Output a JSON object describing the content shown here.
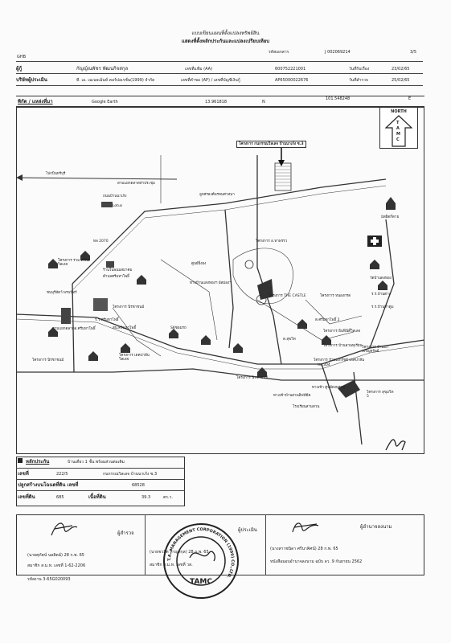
{
  "header": {
    "title1": "แบบเขียนแผนที่ตั้งแปลงทรัพย์สิน",
    "title2": "แสดงที่ตั้งหลักประกันและแปลงเปรียบเทียบ",
    "bank": "GHB",
    "file_ref_label": "รหัสเอกสาร",
    "file_ref": "J 002069214",
    "page": "3/5"
  },
  "info": {
    "borrower_label": "ผู้กู้",
    "borrower": "กัญญ์ณพัชร พัฒนกิจสกุล",
    "account_label": "เลขที่แฟ้ม (AA)",
    "account": "600752221001",
    "submit_date_label": "วันที่รับเรื่อง",
    "submit_date": "23/02/65",
    "company_label": "บริษัทผู้ประเมิน",
    "company": "ที. เอ. เมเนจเม้นท์ คอร์ปอเรชั่น(1999) จำกัด",
    "ap_label": "เลขที่คำขอ (AP) / เลขที่บัญชีเงินกู้",
    "ap": "AP65000022676",
    "survey_date_label": "วันที่สำรวจ",
    "survey_date": "25/02/65"
  },
  "coords": {
    "label": "พิกัด / แหล่งที่มา",
    "source": "Google Earth",
    "lat": "13.961818",
    "n": "N",
    "lon": "101.548248",
    "e": "E"
  },
  "north": {
    "top": "NORTH",
    "letters": [
      "T",
      "A",
      "M",
      "C"
    ]
  },
  "map": {
    "project_title": "โครงการ กนกรรณวิลเลจ บ้านนาเก้ง ซ.3",
    "labels": [
      "ไปกบินทร์บุรี",
      "สามแยกตลาดท่าประชุม",
      "ถนนบ้านนาเก้ง",
      "Lotus",
      "ทล 2070",
      "โครงการ รวม ทรัพย์ วิลเลจ",
      "ร้านในพนมสมาคม",
      "ตำบลศรีมหาโพธิ์",
      "ชนบุรีสัตว์ พรบบีทร์",
      "โครงการ นิรชาชนม์",
      "ร.ร.ศรีมหาโพธิ์",
      "สามแยกตลาดอ.ศรีมหาโพธิ์",
      "สน.ศรีมหาโพธิ์",
      "มัสยิดกี่ดาย",
      "ลูกศรองค์พรหมศาสนา",
      "โครงการ อ.หาพรรว",
      "โครงการ นิรชาชนม์",
      "โครงการ เดคปาลีน วิลเลจ",
      "ร.ร.บ้านต่าง",
      "ศูนย์ยิ่งยง",
      "ทางบ้านแสงทองฯ อัสม่องฯ",
      "SKซ่อมรถ",
      "โครงการ THE CASTLE",
      "ต.ศรีมหาโพธิ์ 2",
      "โครงการ อินฟินิตี้วิลเลจ",
      "โครงการ บ้านสวนทุเรียน",
      "วัดบ้านดงทอง",
      "ร.ร.บ้านท่าตูม",
      "ต.สุขวิท",
      "โครงการ หนองกรด",
      "โครงการ บ้านนาเจริญทรัพย์",
      "โครงการ บ้านเอกรัชต์ เดคปาลีน",
      "โครงการ นิรชาชนม์",
      "ทล.304",
      "โครงการ สุขุมวิท 5",
      "ทางเข้าบ้านสวนลิฟท์มีต",
      "โรงเรียนสามสวน",
      "ทางเข้า ศูนย์ดงพรหม"
    ]
  },
  "asset": {
    "header_label": "หลักประกัน",
    "type": "บ้านเดี่ยว 1 ชั้น พร้อมส่วนต่อเติม",
    "no_label": "เลขที่",
    "no": "222/5",
    "project": "กนกรรณวิลเลจ บ้านนาเก้ง ซ.3",
    "deed_label": "ปลูกสร้างบนโฉนดที่ดิน เลขที่",
    "deed": "68528",
    "land_no_label": "เลขที่ดิน",
    "land_no": "685",
    "area_label": "เนื้อที่ดิน",
    "area": "39.3",
    "area_unit": "ตร.ว."
  },
  "signatures": {
    "surveyor_role": "ผู้สำรวจ",
    "surveyor_name": "(นายศุภัตน์ นลลิตฉ์) 28 ก.พ. 65",
    "surveyor_license": "สมาชิก ส.ม.ท. เลขที่ 1-62-2206",
    "appraiser_role": "ผู้ประเมิน",
    "appraiser_name": "(นายชวลิต หาญสกุล) 28 ก.พ. 65",
    "appraiser_license": "สมาชิก ส.ม.ท. เลขที่ วส.",
    "approver_role": "ผู้อำนาจลงนาม",
    "approver_name": "(นางสาวชนิดา ศรีนาคิศน์) 28 ก.พ. 65",
    "approver_note": "หนังสือมอบอำนาจลงนาม ฉบับ ลว. 9 กันยายน 2562",
    "doc_no": "รหัสงาน 3-65G020093"
  },
  "stamp": {
    "inner": "TAMC",
    "ring": "T.A. MANAGEMENT CORPORATION (1999) CO.,LTD."
  }
}
